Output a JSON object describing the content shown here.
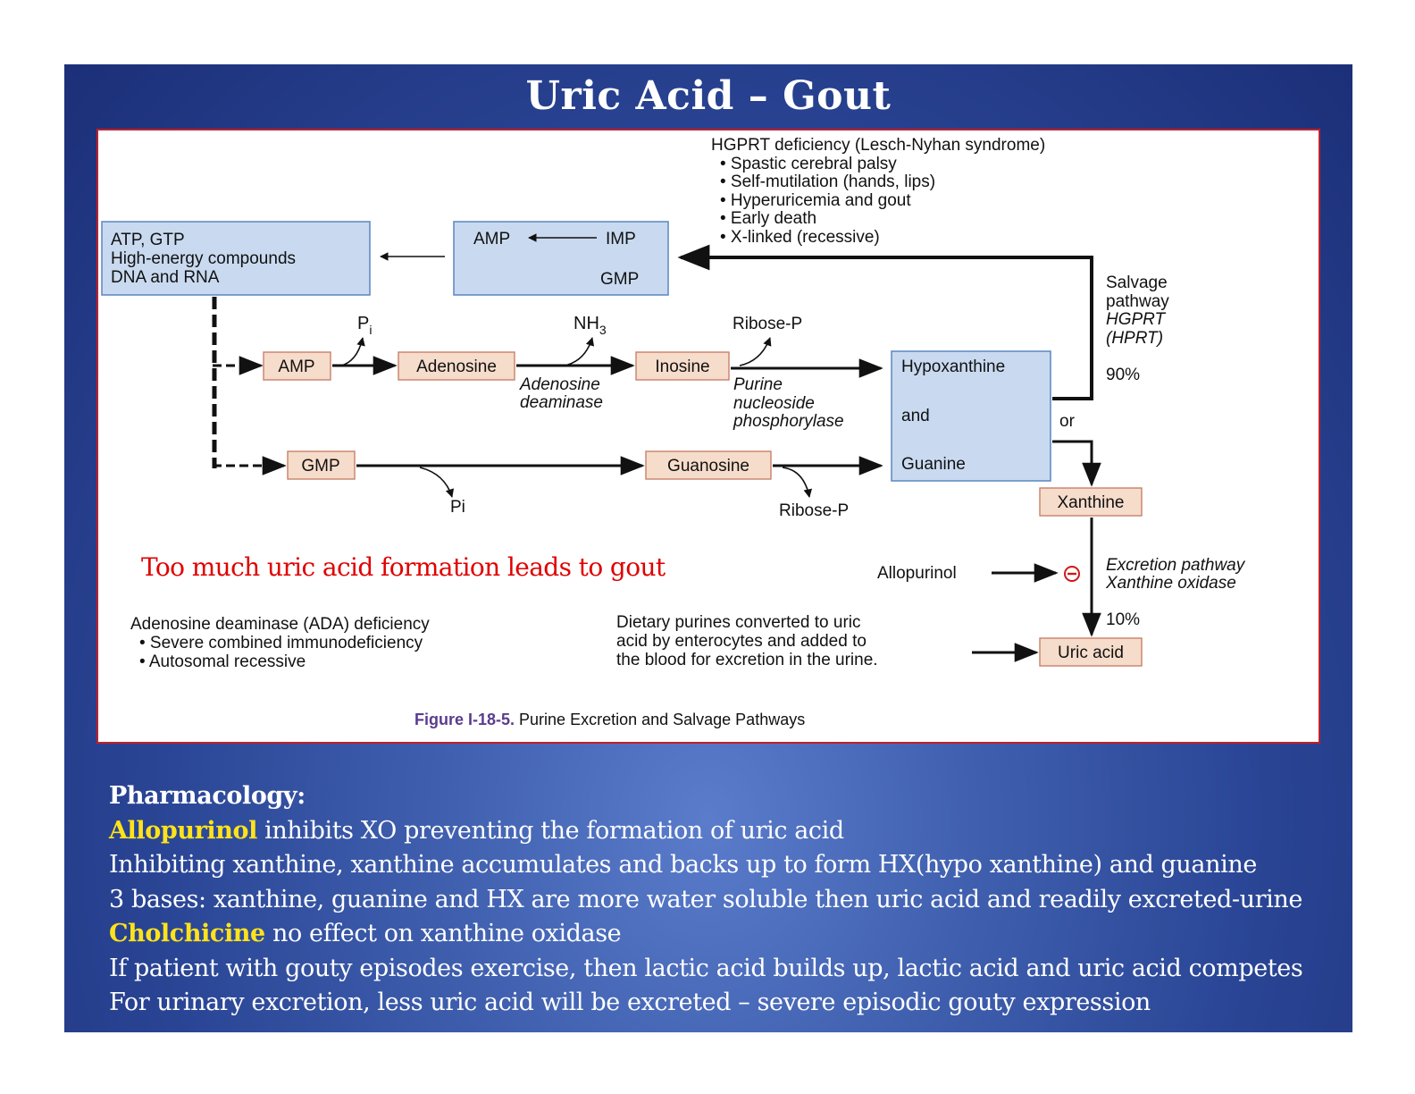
{
  "slide": {
    "title": "Uric Acid – Gout",
    "background_color": "#2a4595",
    "highlight_color": "#ffe31a"
  },
  "diagram": {
    "nodes": {
      "atp": [
        "ATP, GTP",
        "High-energy compounds",
        "DNA and RNA"
      ],
      "amp_top": "AMP",
      "imp": "IMP",
      "gmp_top": "GMP",
      "amp": "AMP",
      "adenosine": "Adenosine",
      "inosine": "Inosine",
      "hypoxanthine": "Hypoxanthine",
      "and": "and",
      "guanine": "Guanine",
      "gmp": "GMP",
      "guanosine": "Guanosine",
      "xanthine": "Xanthine",
      "uric_acid": "Uric acid"
    },
    "labels": {
      "pi_sub_top": "P",
      "pi_sub_top_index": "i",
      "nh3_main": "NH",
      "nh3_sub": "3",
      "ribose_p_top": "Ribose-P",
      "pi_bottom": "Pi",
      "ribose_p_bottom": "Ribose-P",
      "adenosine_deaminase": [
        "Adenosine",
        "deaminase"
      ],
      "pnp": [
        "Purine",
        "nucleoside",
        "phosphorylase"
      ],
      "or": "or",
      "salvage": [
        "Salvage",
        "pathway",
        "HGPRT",
        "(HPRT)"
      ],
      "pct_90": "90%",
      "excretion": [
        "Excretion pathway",
        "Xanthine oxidase"
      ],
      "pct_10": "10%",
      "allopurinol": "Allopurinol",
      "inhibit_symbol": "⊖"
    },
    "hgprt_box": {
      "heading": "HGPRT deficiency (Lesch-Nyhan syndrome)",
      "items": [
        "• Spastic cerebral palsy",
        "• Self-mutilation (hands, lips)",
        "• Hyperuricemia and gout",
        "• Early death",
        "• X-linked (recessive)"
      ]
    },
    "ada_box": {
      "heading": "Adenosine deaminase (ADA) deficiency",
      "items": [
        "• Severe combined immunodeficiency",
        "• Autosomal recessive"
      ]
    },
    "dietary": [
      "Dietary purines converted to uric",
      "acid by enterocytes and added to",
      "the blood for excretion in the urine."
    ],
    "callout": "Too much uric acid formation leads to gout",
    "caption_label": "Figure I-18-5.",
    "caption_text": " Purine Excretion and Salvage Pathways",
    "callout_color": "#e00000",
    "node_fill": "#f6dccb",
    "box_fill": "#c9daf0"
  },
  "notes": {
    "heading": "Pharmacology:",
    "line1_hl": "Allopurinol",
    "line1_rest": " inhibits XO preventing the formation of uric acid",
    "line2": "Inhibiting xanthine, xanthine accumulates and backs up to form HX(hypo xanthine) and guanine",
    "line3": "3 bases: xanthine, guanine and HX are more water soluble then uric acid and readily excreted-urine",
    "line4_hl": "Cholchicine",
    "line4_rest": " no effect on xanthine oxidase",
    "line5": "If patient with gouty episodes exercise, then lactic acid builds up, lactic acid and uric acid competes",
    "line6": "For urinary excretion, less uric acid will be excreted – severe episodic gouty expression"
  }
}
